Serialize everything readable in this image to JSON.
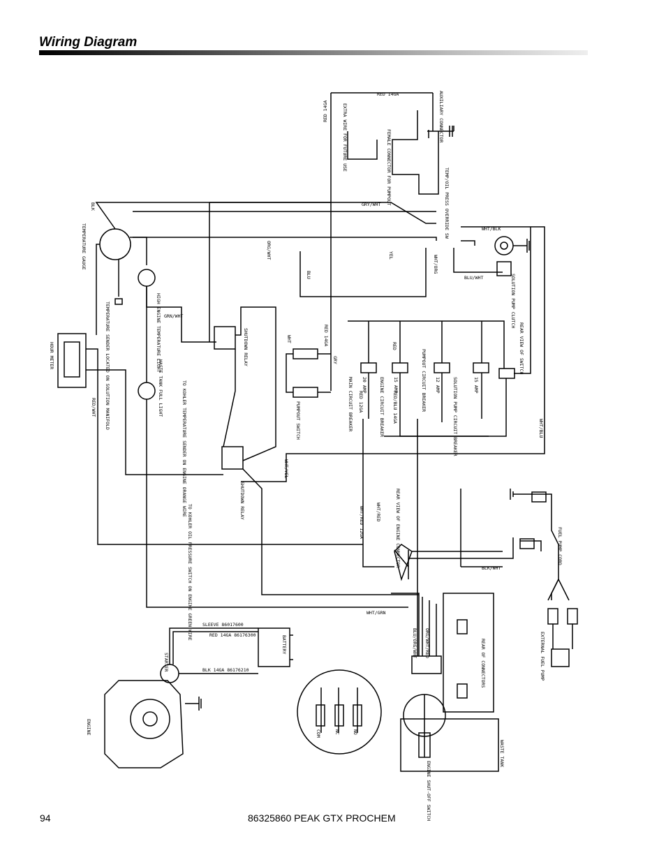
{
  "header": {
    "title": "Wiring Diagram"
  },
  "footer": {
    "page_number": "94",
    "doc_title": "86325860 PEAK GTX PROCHEM"
  },
  "diagram": {
    "labels": {
      "aux_connector": "AUXILIARY CONNECTOR",
      "red_14ga_top": "RED 14GA",
      "red_14ga_v": "RED 14GA",
      "extra_wire": "EXTRA WIRE FOR FUTURE USE",
      "female_connector": "FEMALE CONNECTOR FOR PUMPOUT",
      "temp_oil_switch": "TEMP/OIL PRESS OVERRIDE SW",
      "temp_gauge": "TEMPERATURE GAUGE",
      "temp_sender": "TEMPERATURE SENDER LOCATED ON SOLUTION MANIFOLD",
      "high_engine_temp": "HIGH ENGINE TEMPERATURE LIGHT",
      "hour_meter": "HOUR METER",
      "waste_tank_full": "WASTE TANK FULL LIGHT",
      "kohler_temp_sender": "TO KOHLER TEMPERATURE SENDER ON ENGINE ORANGE WIRE",
      "shutdown_relay_1": "SHUTDOWN RELAY",
      "shutdown_relay_2": "SHUTDOWN RELAY",
      "kohler_oil_pressure": "TO KOHLER OIL PRESSURE SWITCH ON ENGINE GREEN WIRE",
      "pumpout_switch": "PUMPOUT SWITCH",
      "main_cb": "MAIN CIRCUIT BREAKER",
      "engine_cb": "ENGINE CIRCUIT BREAKER",
      "pumpout_cb": "PUMPOUT CIRCUIT BREAKER",
      "solution_pump_cb": "SOLUTION PUMP CIRCUIT BREAKER",
      "rear_view_switch": "REAR VIEW OF SWITCH",
      "solution_pump_clutch": "SOLUTION PUMP CLUTCH",
      "rear_view_engine_connector": "REAR VIEW OF ENGINE CONNECTOR",
      "fuel_pump_cord": "FUEL PUMP CORD",
      "external_fuel_pump": "EXTERNAL FUEL PUMP",
      "rear_of_connectors": "REAR OF CONNECTORS",
      "engine": "ENGINE",
      "starter": "STARTER",
      "battery": "BATTERY",
      "engine_shutoff": "ENGINE SHUT-OFF SWITCH",
      "waste_tank": "WASTE TANK",
      "red_14ga_part": "RED 14GA 86176300",
      "sleeve": "SLEEVE 86017600",
      "blk_14ga_part": "BLK 14GA 86176210",
      "amp_20": "20 AMP",
      "amp_15": "15 AMP",
      "amp_12": "12 AMP",
      "amp_15b": "15 AMP",
      "com": "COM",
      "nc": "NC",
      "no": "NO"
    },
    "wires": {
      "blk": "BLK",
      "red": "RED",
      "yel": "YEL",
      "blu": "BLU",
      "wht": "WHT",
      "gry": "GRY",
      "grn_wht": "GRN/WHT",
      "gry_wht": "GRY/WHT",
      "org_wht": "ORG/WHT",
      "red_wht": "RED/WHT",
      "wht_red": "WHT/RED",
      "wht_blu": "WHT/BLU",
      "wht_org": "WHT/ORG",
      "wht_grn": "WHT/GRN",
      "wht_blk": "WHT/BLK",
      "blu_wht": "BLU/WHT",
      "red_blu_14ga": "RED/BLU 14GA",
      "red_12ga": "RED 12GA",
      "blk_wht": "BLK/WHT",
      "wht_yel": "WHT/YEL",
      "red_14ga_w": "RED 14GA",
      "wht_red_12ga": "WHT/RED 12GA",
      "blu_org_wht": "BLU/ORG/WHT",
      "org_wht_red": "ORG/WHT/RED"
    }
  }
}
